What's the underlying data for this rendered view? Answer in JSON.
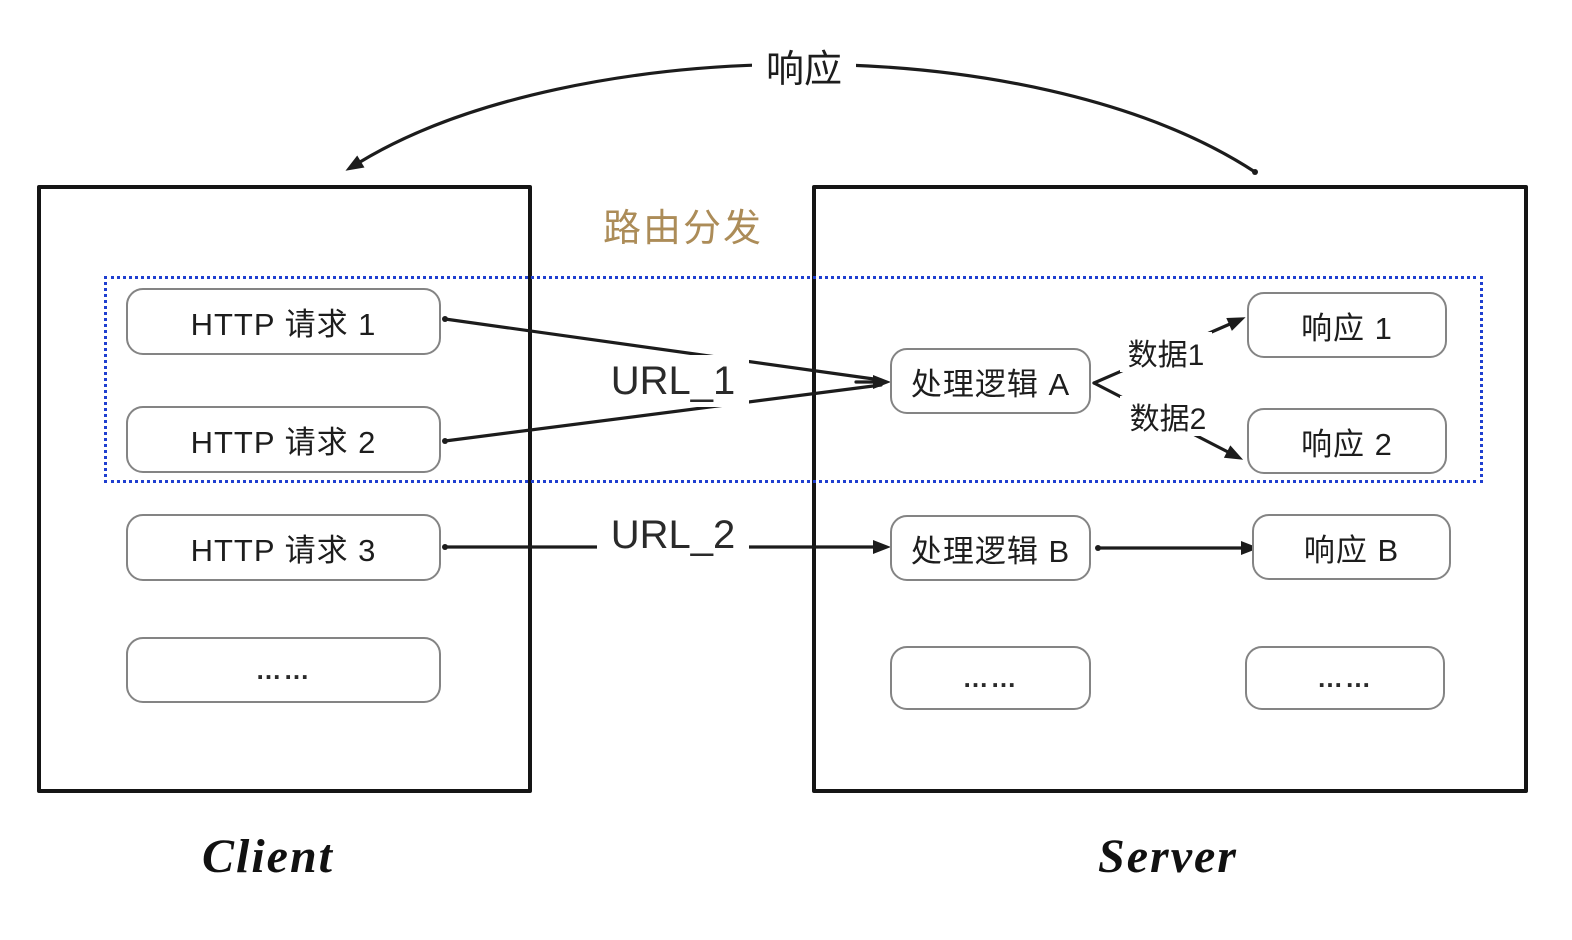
{
  "labels": {
    "response_arc": "响应",
    "routing": "路由分发",
    "url_1": "URL_1",
    "url_2": "URL_2",
    "data_1": "数据1",
    "data_2": "数据2"
  },
  "client": {
    "title": "Client",
    "nodes": [
      {
        "label": "HTTP 请求 1"
      },
      {
        "label": "HTTP 请求 2"
      },
      {
        "label": "HTTP 请求 3"
      },
      {
        "label": "……"
      }
    ]
  },
  "server": {
    "title": "Server",
    "handler_a": "处理逻辑 A",
    "handler_b": "处理逻辑 B",
    "handler_more": "……",
    "response_1": "响应 1",
    "response_2": "响应 2",
    "response_b": "响应 B",
    "response_more": "……"
  },
  "colors": {
    "line": "#1c1c1c",
    "box_border": "#848484",
    "outer_border": "#151515",
    "dotted_group": "#1f3fd0",
    "routing_text": "#ac8c58",
    "background": "#ffffff"
  }
}
